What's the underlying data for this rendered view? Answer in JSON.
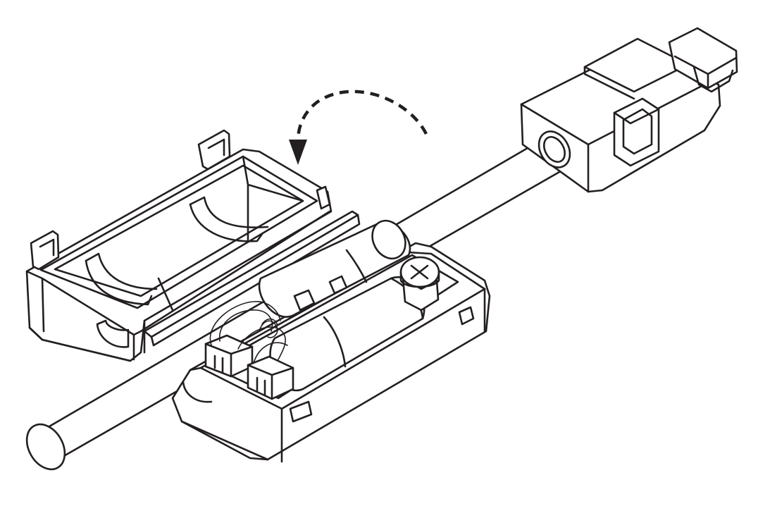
{
  "figure": {
    "domain": "Diagram",
    "line_color": "#231f20",
    "background": "#ffffff",
    "components": [
      "battery-box-lid",
      "battery-box-base",
      "cable",
      "connector",
      "battery-cells",
      "terminal-blocks",
      "screw",
      "close-arrow"
    ]
  }
}
